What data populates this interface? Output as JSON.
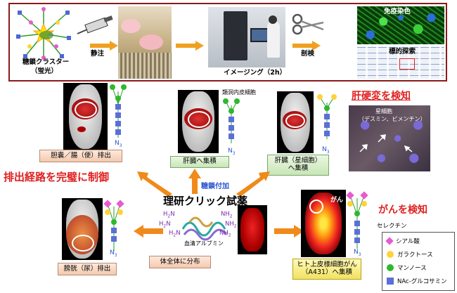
{
  "top_panel": {
    "cluster_label": "糖鎖クラスター",
    "cluster_sub": "（蛍光）",
    "inject_label": "静注",
    "imaging_label": "イメージング（2h）",
    "dissect_label": "剖検",
    "immuno_label": "免疫染色",
    "target_label": "標的探索"
  },
  "panels": {
    "gallbladder": "胆嚢／腸（便）排出",
    "liver": "肝臓へ集積",
    "liver_note": "類洞内皮細胞",
    "stellate": "肝臓（星細胞）\nへ集積",
    "cirrhosis_title": "肝硬変を検知",
    "stellate_note1": "星細胞",
    "stellate_note2": "（デスミン、ビメンチン）",
    "excretion_title": "排出経路を完璧に制御",
    "glycan_add": "糖鎖付加",
    "reagent_title": "理研クリック試薬",
    "albumin": "血清アルブミン",
    "bladder": "膀胱（尿）排出",
    "whole_body": "体全体に分布",
    "cancer_title": "がんを検知",
    "cancer_tag": "がん",
    "selectin": "セレクチン",
    "cancer_cell": "ヒト上皮様細胞がん\n（A431）へ集積",
    "n3": "N",
    "n3_sub": "3",
    "nh2": "NH",
    "nh2_sub": "2",
    "h2n": "H",
    "h2n_sub": "2",
    "h2n_n": "N"
  },
  "legend": {
    "items": [
      {
        "label": "シアル酸",
        "shape": "diamond",
        "color": "#e85ad0"
      },
      {
        "label": "ガラクトース",
        "shape": "circle",
        "color": "#ffd23a"
      },
      {
        "label": "マンノース",
        "shape": "circle",
        "color": "#2eb82e"
      },
      {
        "label": "NAc-グルコサミン",
        "shape": "square",
        "color": "#5a6fd8"
      }
    ]
  },
  "colors": {
    "frame": "#8a1a1a",
    "arrow": "#f08a1a",
    "red_title": "#e02020",
    "glycan_blue": "#2a55d0"
  }
}
